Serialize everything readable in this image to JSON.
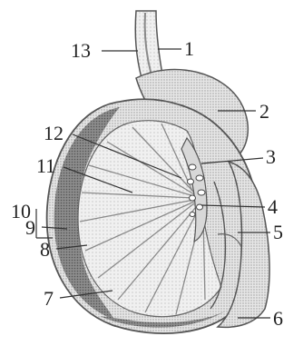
{
  "labels": {
    "l1": "1",
    "l2": "2",
    "l3": "3",
    "l4": "4",
    "l5": "5",
    "l6": "6",
    "l7": "7",
    "l8": "8",
    "l9": "9",
    "l10": "10",
    "l11": "11",
    "l12": "12",
    "l13": "13"
  },
  "colors": {
    "tunica": "#cfcfcf",
    "lobules": "#e2e2e2",
    "septa": "#9a9a9a",
    "outline": "#555555",
    "dark_edge": "#6e6e6e"
  }
}
